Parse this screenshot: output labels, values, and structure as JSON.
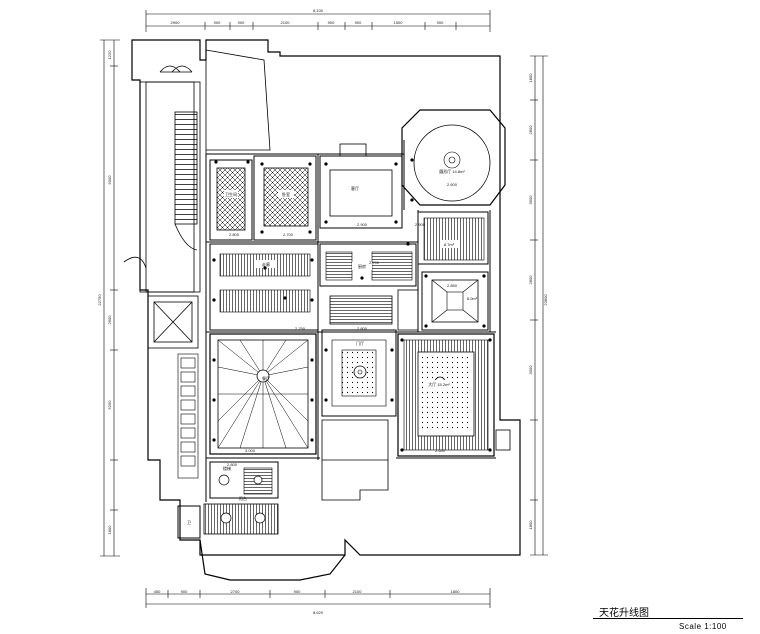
{
  "drawing": {
    "title": "天花升线图",
    "scale": "Scale 1:100"
  },
  "dimensions": {
    "top_overall": "8,100",
    "top_segments": [
      "2900",
      "900",
      "900",
      "2100",
      "900",
      "900",
      "1500",
      "900"
    ],
    "left_overall": "22750",
    "left_segments": [
      "1220",
      "5000",
      "2600",
      "5200",
      "1800"
    ],
    "right_segments": [
      "1800",
      "2800",
      "3900",
      "2800",
      "3000",
      "1800"
    ],
    "right_overall": "23800",
    "bottom_overall": "8,620",
    "bottom_segments": [
      "450",
      "900",
      "2700",
      "900",
      "2100",
      "1800"
    ]
  },
  "rooms": {
    "bath_1": "卫生间",
    "bedroom_1": "卧室",
    "living": "客厅",
    "round_hall": "圆形厅 14.8m²",
    "small_room": "8.7m²",
    "corridor": "走廊",
    "kitchen": "厨房",
    "corner_room": "8.0m²",
    "dining": "餐厅",
    "hall": "大厅 15.2m²",
    "lobby": "门厅",
    "stair": "楼梯",
    "bath_2": "卫",
    "balcony": "阳台"
  },
  "heights": [
    "2.800",
    "2.700",
    "2.900",
    "2.600",
    "2.850",
    "2.750",
    "3.000",
    "2.800",
    "2.650",
    "2.800",
    "2.700",
    "2.900"
  ],
  "colors": {
    "line": "#000000",
    "paper": "#ffffff"
  }
}
